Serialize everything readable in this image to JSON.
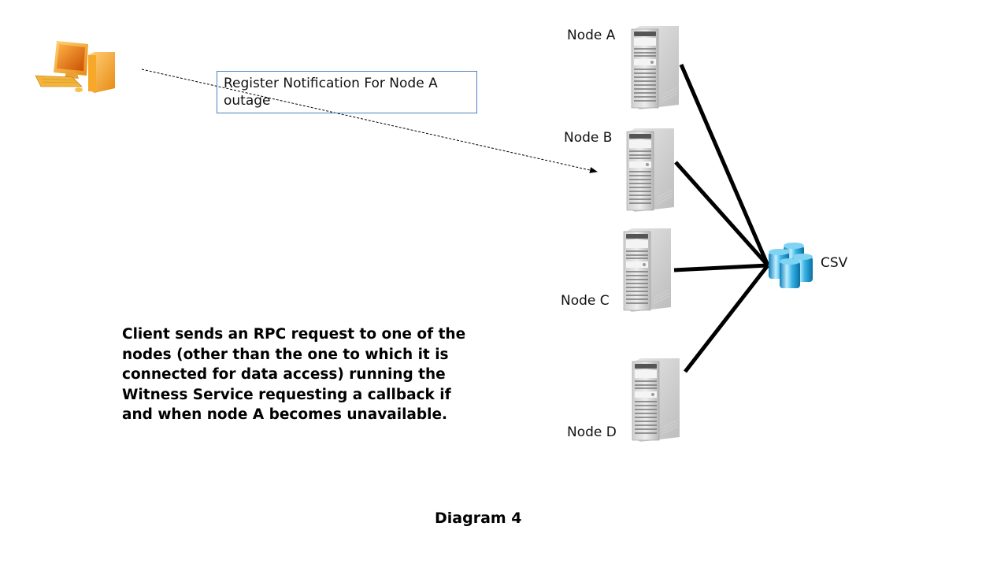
{
  "diagram": {
    "caption": "Diagram 4",
    "description": "Client sends an RPC request to one of the nodes (other than the one to which it is connected for data access)  running the Witness Service requesting a callback if and when node A becomes unavailable.",
    "client": {
      "icon": "desktop-computer-icon"
    },
    "message": {
      "label": "Register Notification For Node A outage",
      "from": "client",
      "to": "Node B",
      "style": "dashed-arrow"
    },
    "storage": {
      "label": "CSV",
      "icon": "database-cluster-icon",
      "color": "#1a9ad6"
    },
    "nodes": [
      {
        "label": "Node A",
        "icon": "server-icon"
      },
      {
        "label": "Node B",
        "icon": "server-icon"
      },
      {
        "label": "Node C",
        "icon": "server-icon"
      },
      {
        "label": "Node D",
        "icon": "server-icon"
      }
    ],
    "connections": [
      {
        "from": "Node A",
        "to": "CSV"
      },
      {
        "from": "Node B",
        "to": "CSV"
      },
      {
        "from": "Node C",
        "to": "CSV"
      },
      {
        "from": "Node D",
        "to": "CSV"
      }
    ]
  }
}
